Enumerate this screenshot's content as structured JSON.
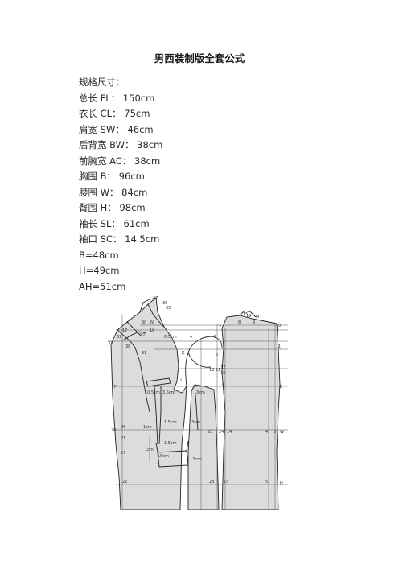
{
  "document": {
    "title": "男西装制版全套公式"
  },
  "specs": [
    "规格尺寸：",
    "总长 FL： 150cm",
    "衣长 CL： 75cm",
    "肩宽 SW： 46cm",
    "后背宽 BW： 38cm",
    "前胸宽 AC： 38cm",
    "胸围 B： 96cm",
    "腰围 W： 84cm",
    "臀围 H： 98cm",
    "袖长 SL： 61cm",
    "袖口 SC： 14.5cm",
    "B=48cm",
    "H=49cm",
    "AH=51cm"
  ],
  "pattern_labels": {
    "p37": "37",
    "p36": "36",
    "p35": "35",
    "p30": "30",
    "pN": "N",
    "p17": "17",
    "p32": "32",
    "p39": "39",
    "p16": "16",
    "p33": "33",
    "p38": "38",
    "p31": "31",
    "p7": "7",
    "pS": "S",
    "pK": "K",
    "pY": "Y",
    "p05": "0.5cm",
    "p1311": "13 11",
    "p12": "12",
    "p10": "10",
    "pE": "E",
    "p6": "6",
    "pU": "U",
    "p105": "10.5cm",
    "p35b": "3.5cm",
    "p3a": "3cm",
    "p15": "15",
    "p8": "8",
    "p19": "19",
    "pM": "M",
    "p9": "9",
    "p0": "0",
    "p1": "1",
    "p4": "4",
    "p3": "3",
    "pB": "B",
    "pW": "W",
    "pH": "H",
    "p1cm": "1cm",
    "p15cm": "1.5cm",
    "p3cm": "3cm",
    "p28": "28",
    "p26": "26",
    "p21": "21",
    "p25": "25",
    "p24": "24",
    "p14": "14",
    "p27": "27",
    "p1cm2": "1cm",
    "p15cm2": "1.5cm",
    "p15cmb": "15cm",
    "p5cm": "5cm",
    "p22": "22",
    "p23": "23",
    "p15b": "15",
    "p5": "5",
    "pF": "F"
  }
}
